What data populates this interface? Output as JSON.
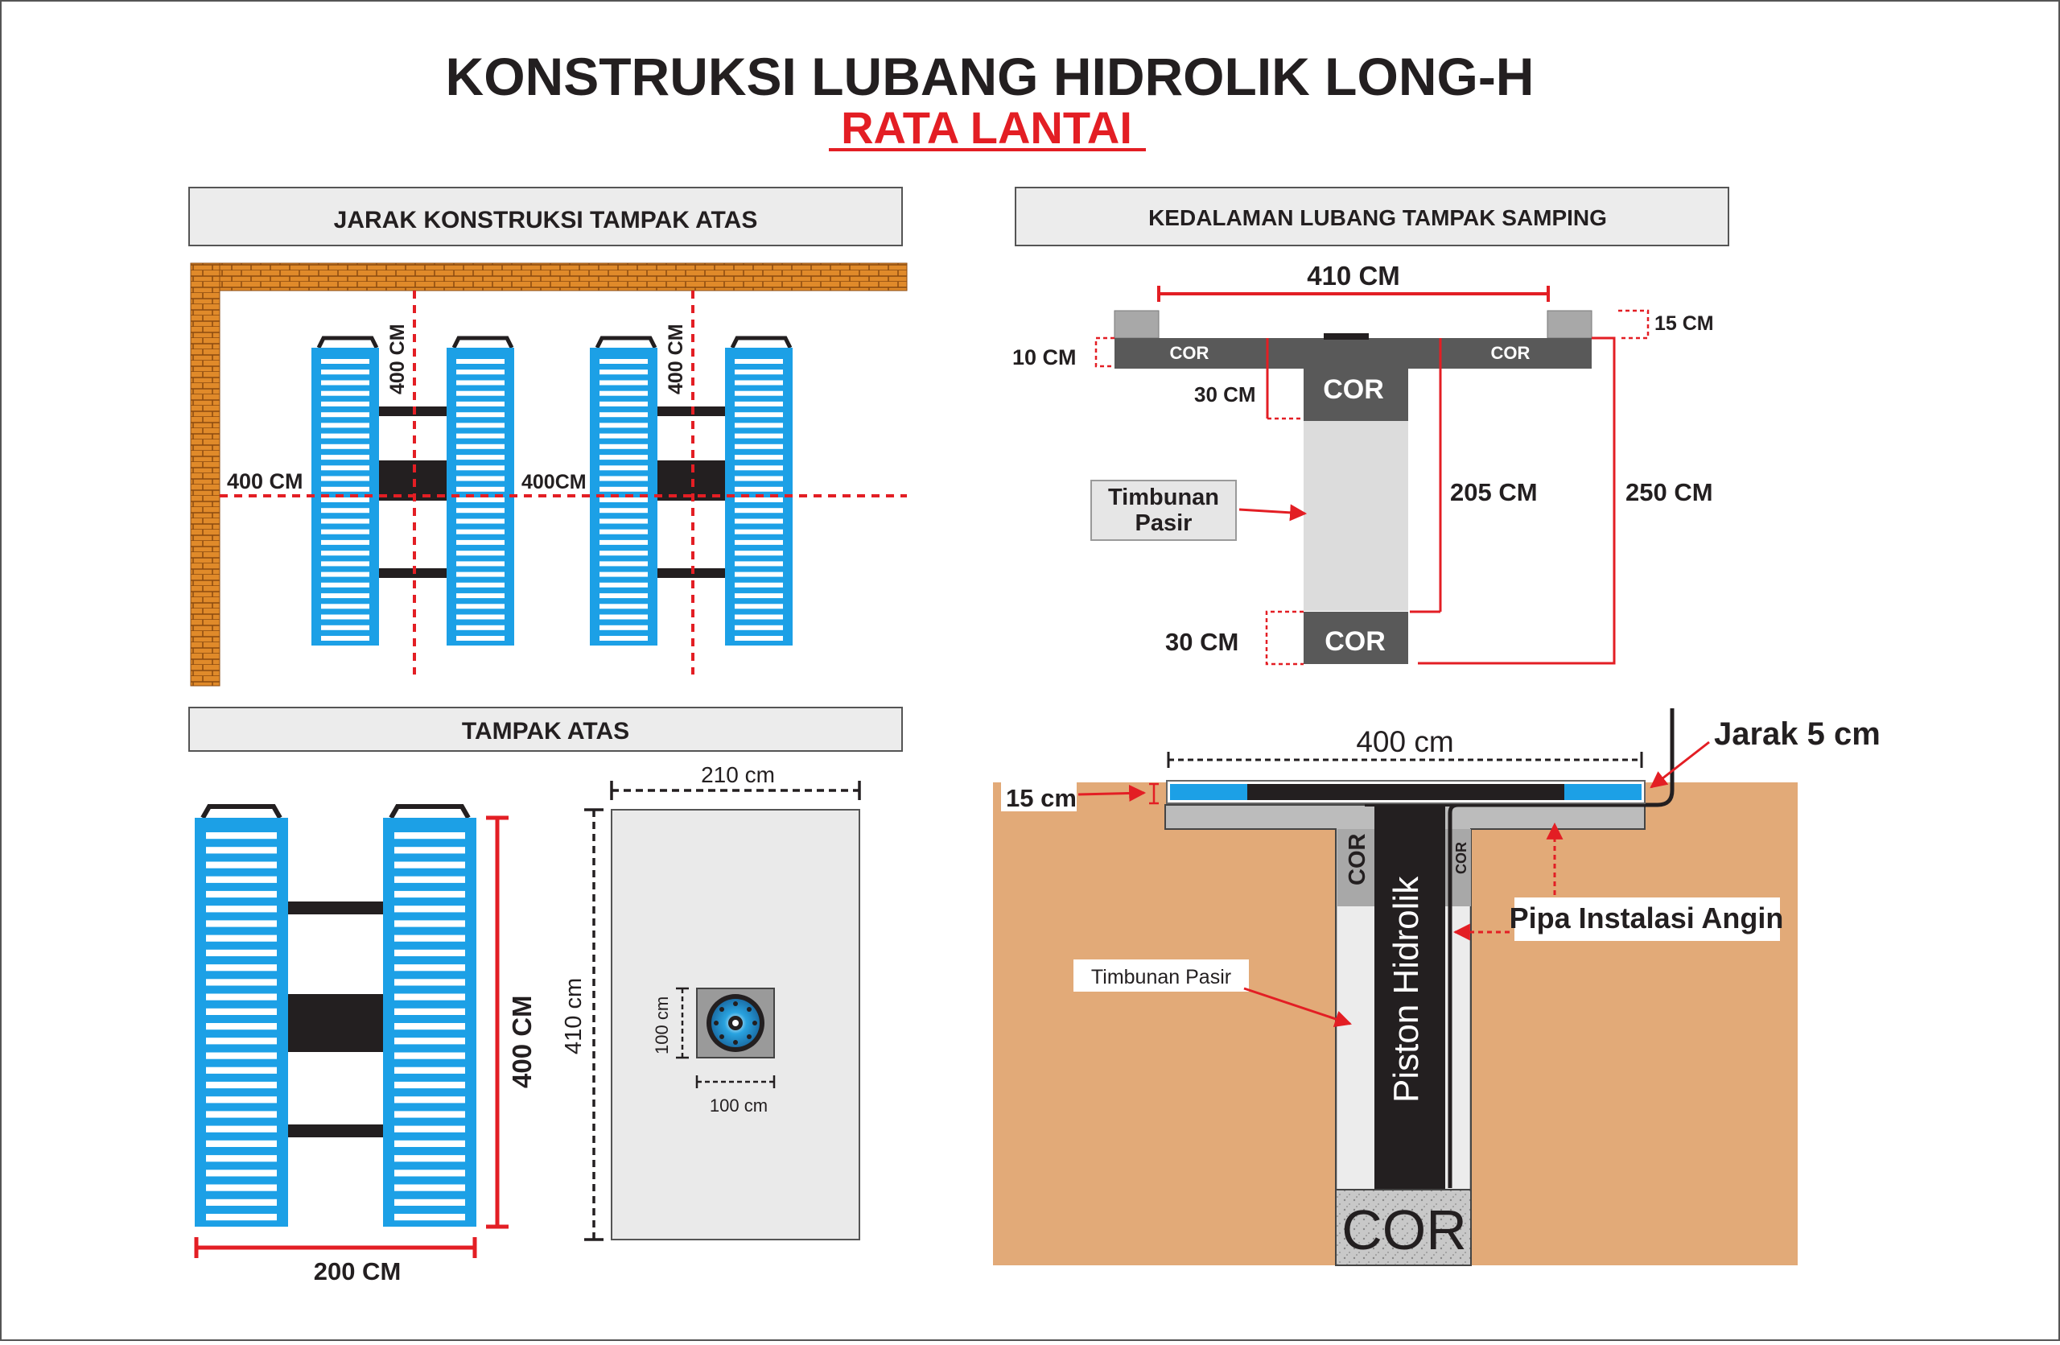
{
  "title": "KONSTRUKSI LUBANG HIDROLIK LONG-H",
  "subtitle": "RATA LANTAI",
  "panels": {
    "top_left": {
      "header": "JARAK KONSTRUKSI TAMPAK ATAS",
      "dim_vertical_1": "400 CM",
      "dim_vertical_2": "400 CM",
      "dim_horizontal_1": "400 CM",
      "dim_horizontal_2": "400CM"
    },
    "top_right": {
      "header": "KEDALAMAN LUBANG TAMPAK SAMPING",
      "width": "410 CM",
      "rim": "15 CM",
      "slab": "10 CM",
      "cor_left": "COR",
      "cor_right": "COR",
      "cor_top": "COR",
      "cor_top_depth": "30 CM",
      "fill_label_1": "Timbunan",
      "fill_label_2": "Pasir",
      "inner_depth": "205 CM",
      "total_depth": "250 CM",
      "cor_bottom": "COR",
      "cor_bottom_depth": "30 CM"
    },
    "bottom_left": {
      "header": "TAMPAK ATAS",
      "lift_height": "400 CM",
      "lift_width": "200 CM",
      "pit_width": "210 cm",
      "pit_length": "410 cm",
      "cyl_height": "100 cm",
      "cyl_width": "100 cm"
    },
    "bottom_right": {
      "width": "400 cm",
      "gap": "Jarak 5 cm",
      "slab": "15 cm",
      "cor_left": "COR",
      "cor_right": "COR",
      "piston": "Piston Hidrolik",
      "pipe": "Pipa Instalasi Angin",
      "fill": "Timbunan Pasir",
      "cor_bottom": "COR"
    }
  },
  "colors": {
    "ramp_blue": "#1ca0e6",
    "red": "#e31e24",
    "dark": "#231f20",
    "soil": "#e2aa78",
    "concrete": "#595959",
    "brick": "#e08a2a"
  }
}
